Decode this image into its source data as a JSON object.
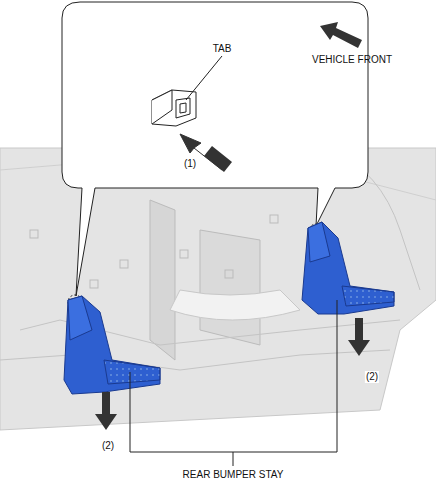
{
  "diagram": {
    "labels": [
      "TAB",
      "(1)",
      "VEHICLE FRONT",
      "(2)",
      "(2)",
      "REAR BUMPER STAY"
    ]
  }
}
